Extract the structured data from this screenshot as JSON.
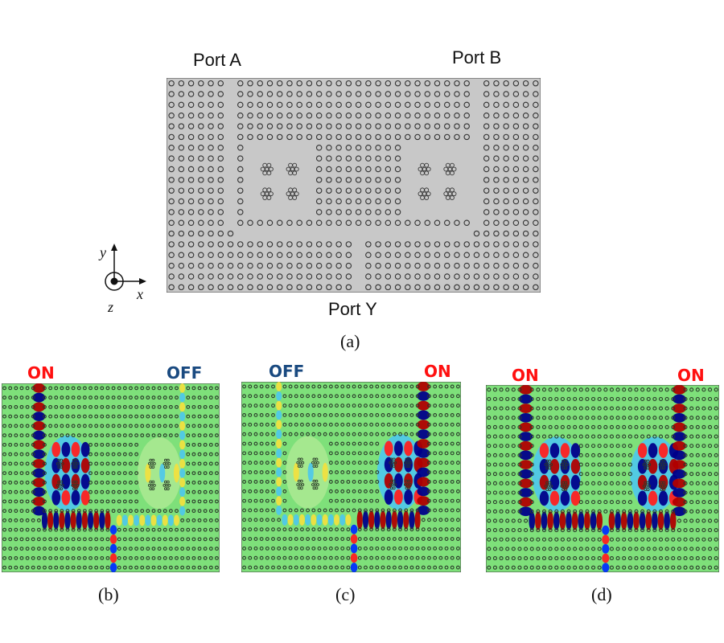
{
  "panel_a": {
    "port_a": "Port A",
    "port_b": "Port B",
    "port_y": "Port Y",
    "caption": "(a)",
    "axes": {
      "y": "y",
      "x": "x",
      "z": "z"
    }
  },
  "panels": [
    {
      "caption": "(b)",
      "left_state": "ON",
      "right_state": "OFF"
    },
    {
      "caption": "(c)",
      "left_state": "OFF",
      "right_state": "ON"
    },
    {
      "caption": "(d)",
      "left_state": "ON",
      "right_state": "ON"
    }
  ],
  "colors": {
    "on": "#ff1010",
    "off": "#1a4a80",
    "field_bg": "#7ee07a",
    "crystal_bg": "#c8c8c8"
  }
}
